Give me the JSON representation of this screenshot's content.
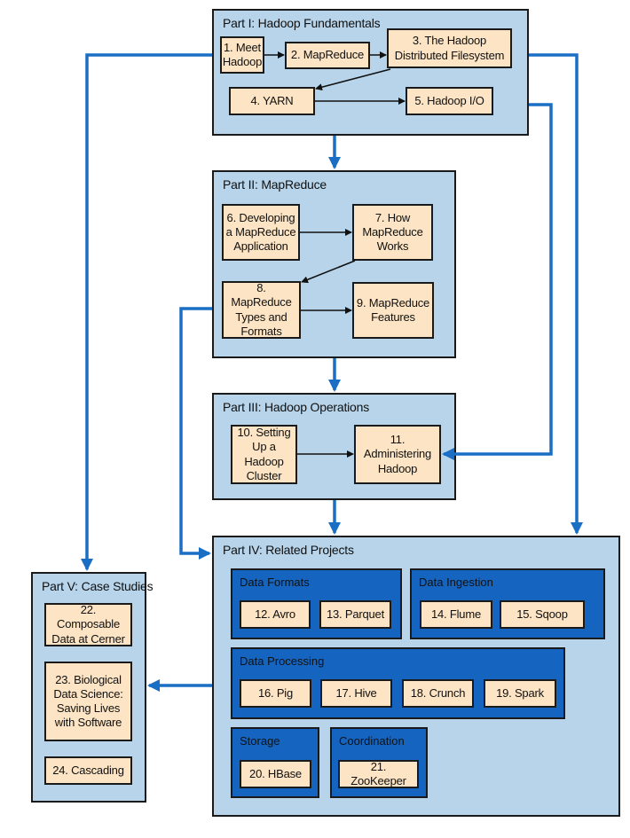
{
  "parts": {
    "p1": {
      "title": "Part I: Hadoop Fundamentals",
      "ch1": "1. Meet\nHadoop",
      "ch2": "2. MapReduce",
      "ch3": "3. The Hadoop\nDistributed Filesystem",
      "ch4": "4. YARN",
      "ch5": "5. Hadoop I/O"
    },
    "p2": {
      "title": "Part II: MapReduce",
      "ch6": "6. Developing\na MapReduce\nApplication",
      "ch7": "7. How\nMapReduce\nWorks",
      "ch8": "8. MapReduce\nTypes and\nFormats",
      "ch9": "9. MapReduce\nFeatures"
    },
    "p3": {
      "title": "Part III: Hadoop Operations",
      "ch10": "10. Setting\nUp a Hadoop\nCluster",
      "ch11": "11.\nAdministering\nHadoop"
    },
    "p4": {
      "title": "Part IV: Related Projects",
      "formats": {
        "title": "Data Formats",
        "ch12": "12. Avro",
        "ch13": "13. Parquet"
      },
      "ingestion": {
        "title": "Data Ingestion",
        "ch14": "14. Flume",
        "ch15": "15. Sqoop"
      },
      "processing": {
        "title": "Data Processing",
        "ch16": "16. Pig",
        "ch17": "17. Hive",
        "ch18": "18. Crunch",
        "ch19": "19. Spark"
      },
      "storage": {
        "title": "Storage",
        "ch20": "20. HBase"
      },
      "coordination": {
        "title": "Coordination",
        "ch21": "21. ZooKeeper"
      }
    },
    "p5": {
      "title": "Part V: Case Studies",
      "ch22": "22. Composable\nData at Cerner",
      "ch23": "23. Biological\nData Science:\nSaving Lives\nwith Software",
      "ch24": "24. Cascading"
    }
  },
  "colors": {
    "part_bg": "#b7d4ea",
    "subgroup_bg": "#1565c0",
    "chapter_bg": "#fce4c4",
    "arrow_blue": "#1a6fc4",
    "arrow_black": "#111111"
  }
}
